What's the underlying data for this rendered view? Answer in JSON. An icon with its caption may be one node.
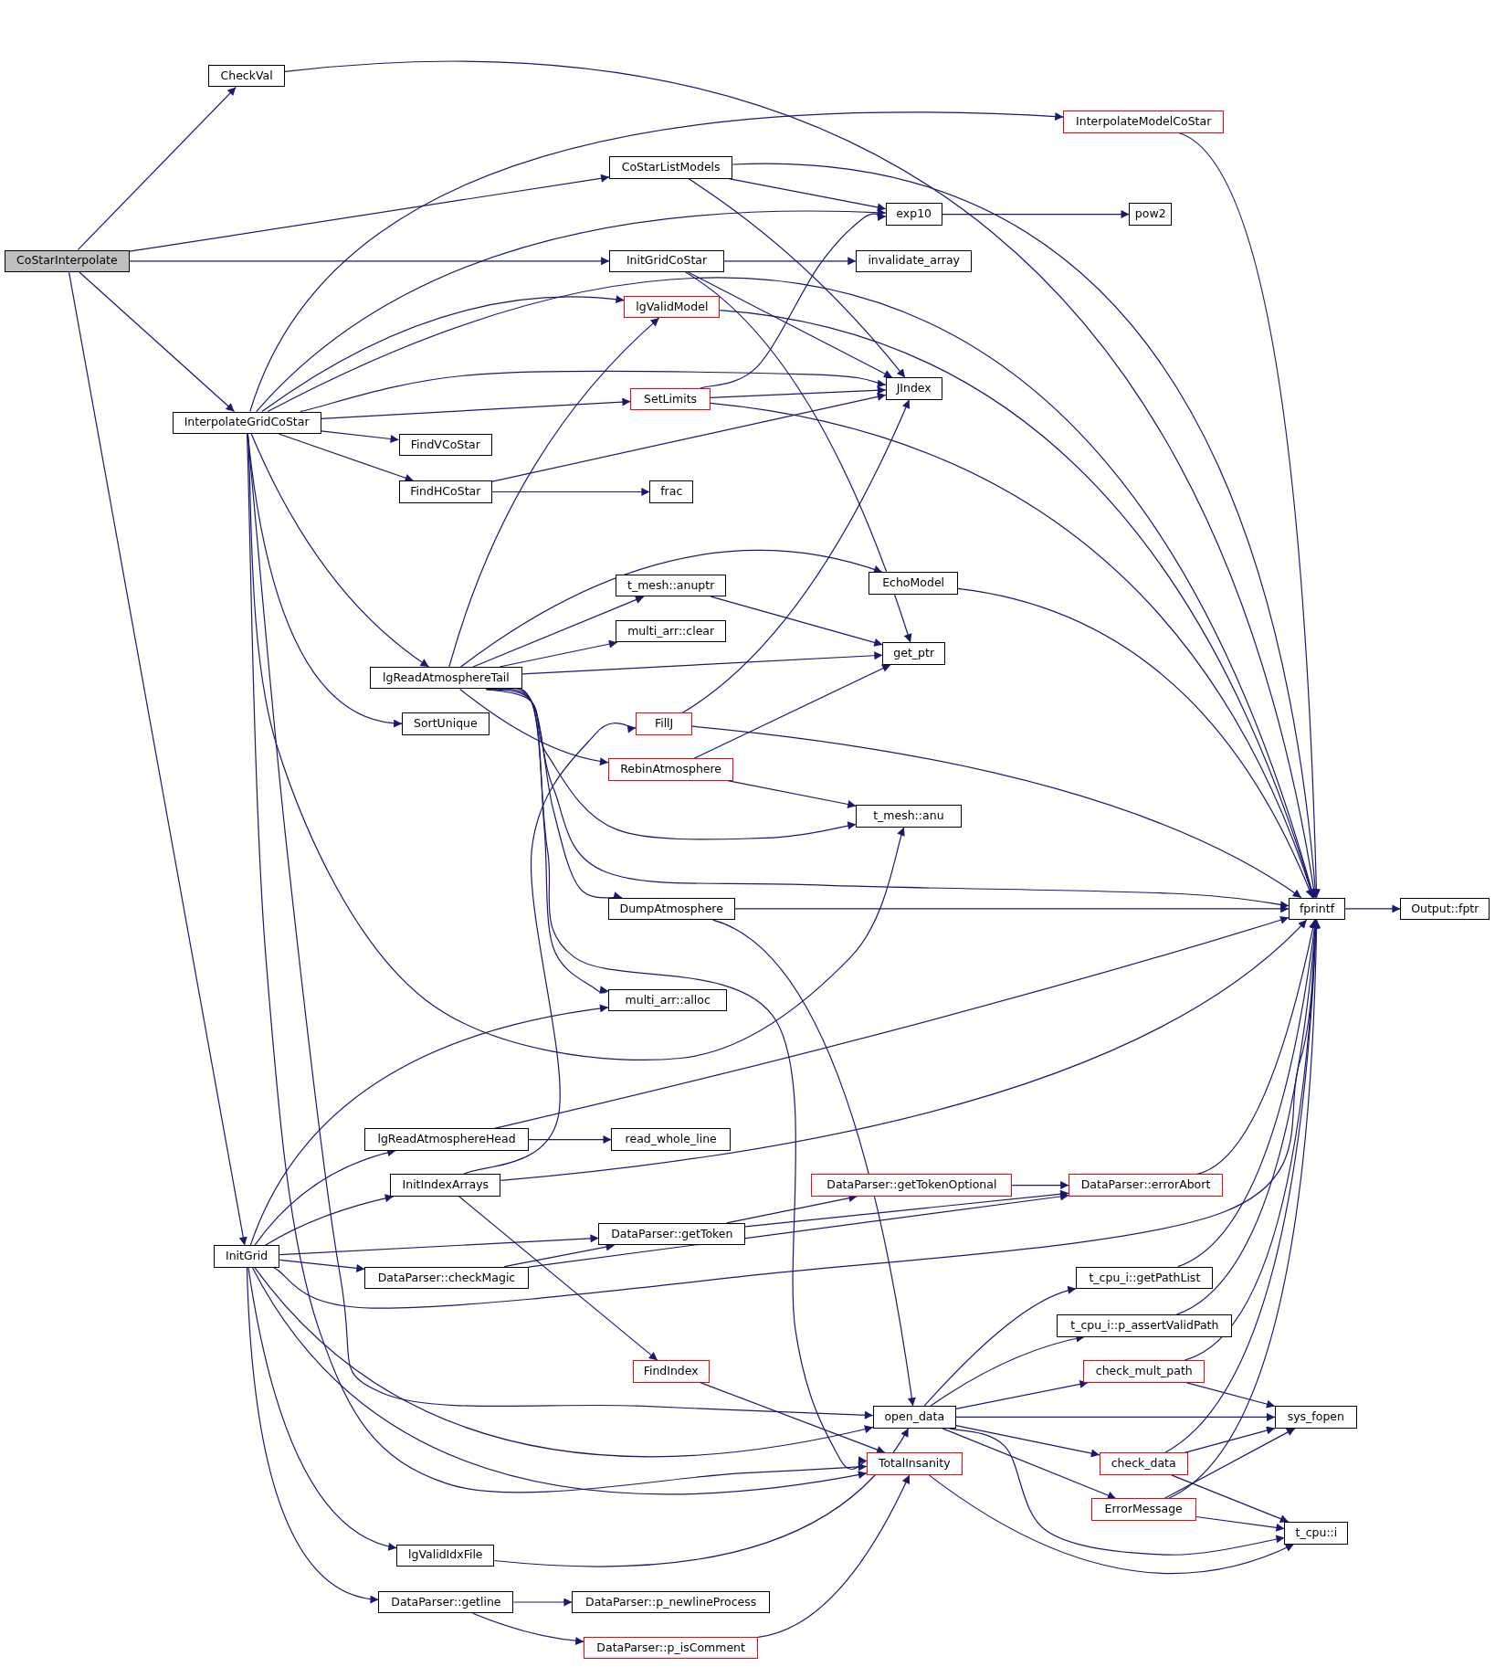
{
  "diagram": {
    "nodes": [
      {
        "text": [
          "CoStarInterpolate"
        ]
      },
      {
        "text": [
          "CheckVal"
        ]
      },
      {
        "text": [
          "CoStarListModels"
        ]
      },
      {
        "text": [
          "InitGridCoStar"
        ]
      },
      {
        "text": [
          "InterpolateGridCoStar"
        ]
      },
      {
        "text": [
          "InitGrid"
        ]
      },
      {
        "text": [
          "fprintf"
        ]
      },
      {
        "text": [
          "InterpolateModelCoStar"
        ]
      },
      {
        "text": [
          "exp10"
        ]
      },
      {
        "text": [
          "pow2"
        ]
      },
      {
        "text": [
          "invalidate_array"
        ]
      },
      {
        "text": [
          "lgValidModel"
        ]
      },
      {
        "text": [
          "JIndex"
        ]
      },
      {
        "text": [
          "SetLimits"
        ]
      },
      {
        "text": [
          "FindVCoStar"
        ]
      },
      {
        "text": [
          "FindHCoStar"
        ]
      },
      {
        "text": [
          "frac"
        ]
      },
      {
        "text": [
          "EchoModel"
        ]
      },
      {
        "text": [
          "t_mesh::anuptr"
        ]
      },
      {
        "text": [
          "multi_arr::clear"
        ]
      },
      {
        "text": [
          "get_ptr"
        ]
      },
      {
        "text": [
          "lgReadAtmosphereTail"
        ]
      },
      {
        "text": [
          "SortUnique"
        ]
      },
      {
        "text": [
          "FillJ"
        ]
      },
      {
        "text": [
          "RebinAtmosphere"
        ]
      },
      {
        "text": [
          "t_mesh::anu"
        ]
      },
      {
        "text": [
          "DumpAtmosphere"
        ]
      },
      {
        "text": [
          "Output::fptr"
        ]
      },
      {
        "text": [
          "multi_arr::alloc"
        ]
      },
      {
        "text": [
          "lgReadAtmosphereHead"
        ]
      },
      {
        "text": [
          "read_whole_line"
        ]
      },
      {
        "text": [
          "InitIndexArrays"
        ]
      },
      {
        "text": [
          "DataParser::getTokenOptional"
        ]
      },
      {
        "text": [
          "DataParser::errorAbort"
        ]
      },
      {
        "text": [
          "DataParser::getToken"
        ]
      },
      {
        "text": [
          "DataParser::checkMagic"
        ]
      },
      {
        "text": [
          "t_cpu_i::getPathList"
        ]
      },
      {
        "text": [
          "t_cpu_i::p_assertValidPath"
        ]
      },
      {
        "text": [
          "FindIndex"
        ]
      },
      {
        "text": [
          "check_mult_path"
        ]
      },
      {
        "text": [
          "open_data"
        ]
      },
      {
        "text": [
          "sys_fopen"
        ]
      },
      {
        "text": [
          "TotalInsanity"
        ]
      },
      {
        "text": [
          "check_data"
        ]
      },
      {
        "text": [
          "ErrorMessage"
        ]
      },
      {
        "text": [
          "t_cpu::i"
        ]
      },
      {
        "text": [
          "lgValidIdxFile"
        ]
      },
      {
        "text": [
          "DataParser::getline"
        ]
      },
      {
        "text": [
          "DataParser::p_newlineProcess"
        ]
      },
      {
        "text": [
          "DataParser::p_isComment"
        ]
      }
    ],
    "edges": [
      {
        "from": 0,
        "to": 1,
        "arrow": "to"
      },
      {
        "from": 0,
        "to": 2,
        "arrow": "to"
      },
      {
        "from": 0,
        "to": 3,
        "arrow": "to"
      },
      {
        "from": 0,
        "to": 4,
        "arrow": "to"
      },
      {
        "from": 0,
        "to": 5,
        "arrow": "to"
      },
      {
        "from": 1,
        "to": 6,
        "arrow": "to"
      },
      {
        "from": 2,
        "to": 6,
        "arrow": "to"
      },
      {
        "from": 2,
        "to": 8,
        "arrow": "to"
      },
      {
        "from": 2,
        "to": 12,
        "arrow": "to"
      },
      {
        "from": 3,
        "to": 10,
        "arrow": "to"
      },
      {
        "from": 3,
        "to": 12,
        "arrow": "to"
      },
      {
        "from": 3,
        "to": 20,
        "arrow": "to"
      },
      {
        "from": 4,
        "to": 7,
        "arrow": "to"
      },
      {
        "from": 4,
        "to": 6,
        "arrow": "to"
      },
      {
        "from": 4,
        "to": 8,
        "arrow": "to"
      },
      {
        "from": 4,
        "to": 11,
        "arrow": "to"
      },
      {
        "from": 4,
        "to": 12,
        "arrow": "to"
      },
      {
        "from": 4,
        "to": 13,
        "arrow": "to"
      },
      {
        "from": 4,
        "to": 14,
        "arrow": "to"
      },
      {
        "from": 4,
        "to": 15,
        "arrow": "to"
      },
      {
        "from": 4,
        "to": 21,
        "arrow": "to"
      },
      {
        "from": 4,
        "to": 22,
        "arrow": "to"
      },
      {
        "from": 4,
        "to": 25,
        "arrow": "to"
      },
      {
        "from": 4,
        "to": 40,
        "arrow": "to"
      },
      {
        "from": 4,
        "to": 42,
        "arrow": "to"
      },
      {
        "from": 7,
        "to": 6,
        "arrow": "to"
      },
      {
        "from": 8,
        "to": 9,
        "arrow": "to"
      },
      {
        "from": 11,
        "to": 6,
        "arrow": "to"
      },
      {
        "from": 13,
        "to": 8,
        "arrow": "to"
      },
      {
        "from": 13,
        "to": 12,
        "arrow": "to"
      },
      {
        "from": 13,
        "to": 6,
        "arrow": "to"
      },
      {
        "from": 15,
        "to": 12,
        "arrow": "to"
      },
      {
        "from": 15,
        "to": 16,
        "arrow": "to"
      },
      {
        "from": 17,
        "to": 6,
        "arrow": "to"
      },
      {
        "from": 18,
        "to": 20,
        "arrow": "to"
      },
      {
        "from": 21,
        "to": 11,
        "arrow": "to"
      },
      {
        "from": 21,
        "to": 17,
        "arrow": "to"
      },
      {
        "from": 21,
        "to": 18,
        "arrow": "to"
      },
      {
        "from": 21,
        "to": 19,
        "arrow": "to"
      },
      {
        "from": 21,
        "to": 20,
        "arrow": "to"
      },
      {
        "from": 21,
        "to": 24,
        "arrow": "to"
      },
      {
        "from": 21,
        "to": 25,
        "arrow": "to"
      },
      {
        "from": 21,
        "to": 6,
        "arrow": "to"
      },
      {
        "from": 21,
        "to": 26,
        "arrow": "to"
      },
      {
        "from": 21,
        "to": 28,
        "arrow": "to"
      },
      {
        "from": 21,
        "to": 42,
        "arrow": "to"
      },
      {
        "from": 23,
        "to": 12,
        "arrow": "to"
      },
      {
        "from": 23,
        "to": 6,
        "arrow": "to"
      },
      {
        "from": 24,
        "to": 20,
        "arrow": "to"
      },
      {
        "from": 24,
        "to": 25,
        "arrow": "to"
      },
      {
        "from": 26,
        "to": 6,
        "arrow": "to"
      },
      {
        "from": 26,
        "to": 40,
        "arrow": "to"
      },
      {
        "from": 29,
        "to": 30,
        "arrow": "to"
      },
      {
        "from": 29,
        "to": 6,
        "arrow": "to"
      },
      {
        "from": 31,
        "to": 23,
        "arrow": "to"
      },
      {
        "from": 31,
        "to": 6,
        "arrow": "to"
      },
      {
        "from": 31,
        "to": 38,
        "arrow": "to"
      },
      {
        "from": 5,
        "to": 28,
        "arrow": "to"
      },
      {
        "from": 5,
        "to": 29,
        "arrow": "to"
      },
      {
        "from": 5,
        "to": 31,
        "arrow": "to"
      },
      {
        "from": 5,
        "to": 34,
        "arrow": "to"
      },
      {
        "from": 5,
        "to": 35,
        "arrow": "to"
      },
      {
        "from": 5,
        "to": 6,
        "arrow": "to"
      },
      {
        "from": 5,
        "to": 40,
        "arrow": "to"
      },
      {
        "from": 5,
        "to": 42,
        "arrow": "to"
      },
      {
        "from": 5,
        "to": 46,
        "arrow": "to"
      },
      {
        "from": 5,
        "to": 47,
        "arrow": "to"
      },
      {
        "from": 34,
        "to": 32,
        "arrow": "to"
      },
      {
        "from": 34,
        "to": 33,
        "arrow": "to"
      },
      {
        "from": 32,
        "to": 33,
        "arrow": "to"
      },
      {
        "from": 35,
        "to": 34,
        "arrow": "to"
      },
      {
        "from": 35,
        "to": 33,
        "arrow": "to"
      },
      {
        "from": 33,
        "to": 6,
        "arrow": "to"
      },
      {
        "from": 36,
        "to": 6,
        "arrow": "to"
      },
      {
        "from": 37,
        "to": 6,
        "arrow": "to"
      },
      {
        "from": 39,
        "to": 6,
        "arrow": "to"
      },
      {
        "from": 39,
        "to": 41,
        "arrow": "to"
      },
      {
        "from": 40,
        "to": 36,
        "arrow": "to"
      },
      {
        "from": 40,
        "to": 37,
        "arrow": "to"
      },
      {
        "from": 40,
        "to": 39,
        "arrow": "to"
      },
      {
        "from": 40,
        "to": 41,
        "arrow": "to"
      },
      {
        "from": 40,
        "to": 43,
        "arrow": "to"
      },
      {
        "from": 40,
        "to": 44,
        "arrow": "to"
      },
      {
        "from": 40,
        "to": 45,
        "arrow": "to"
      },
      {
        "from": 43,
        "to": 6,
        "arrow": "to"
      },
      {
        "from": 43,
        "to": 41,
        "arrow": "to"
      },
      {
        "from": 43,
        "to": 45,
        "arrow": "to"
      },
      {
        "from": 44,
        "to": 6,
        "arrow": "to"
      },
      {
        "from": 44,
        "to": 41,
        "arrow": "to"
      },
      {
        "from": 44,
        "to": 45,
        "arrow": "to"
      },
      {
        "from": 42,
        "to": 45,
        "arrow": "to"
      },
      {
        "from": 38,
        "to": 42,
        "arrow": "to"
      },
      {
        "from": 46,
        "to": 40,
        "arrow": "to"
      },
      {
        "from": 47,
        "to": 48,
        "arrow": "to"
      },
      {
        "from": 47,
        "to": 49,
        "arrow": "to"
      },
      {
        "from": 49,
        "to": 42,
        "arrow": "to"
      },
      {
        "from": 6,
        "to": 27,
        "arrow": "to"
      }
    ]
  }
}
